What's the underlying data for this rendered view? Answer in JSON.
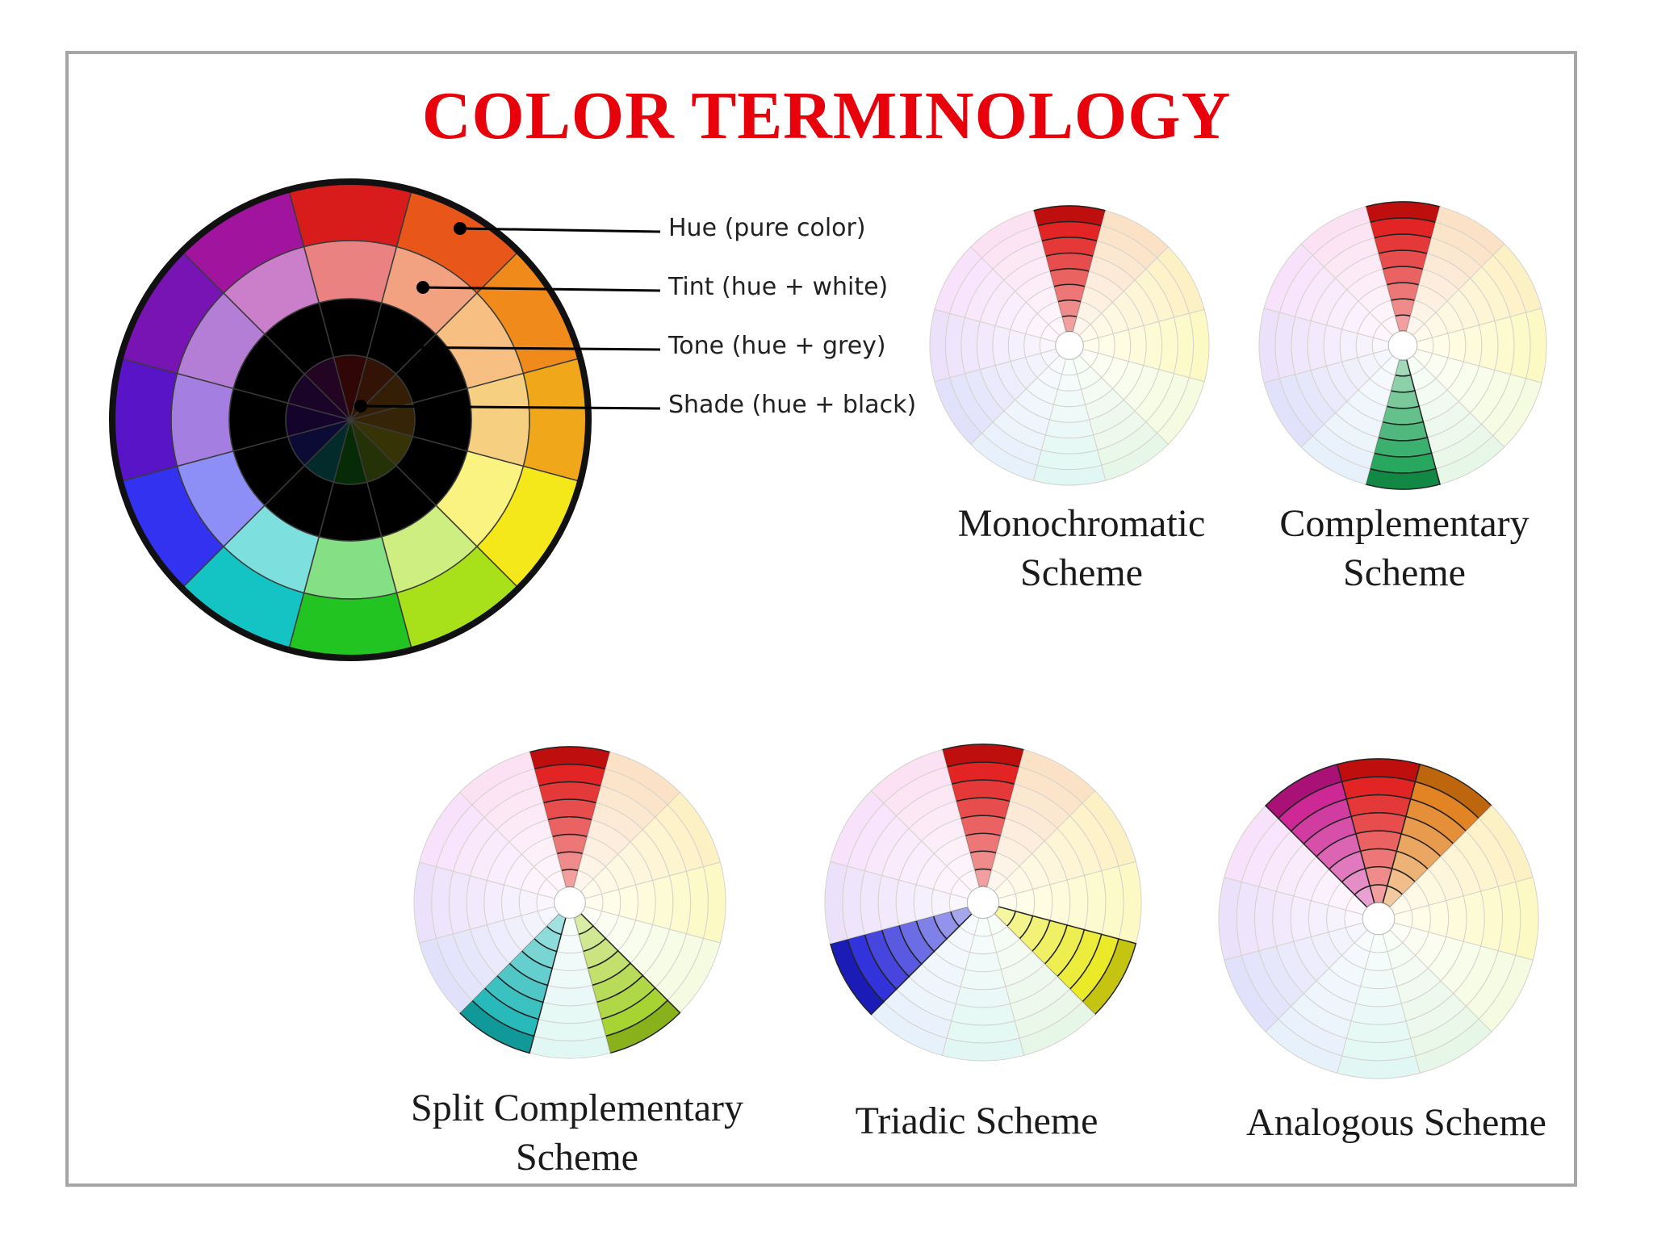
{
  "title": "COLOR TERMINOLOGY",
  "callouts": {
    "hue": "Hue (pure color)",
    "tint": "Tint (hue + white)",
    "tone": "Tone (hue + grey)",
    "shade": "Shade (hue + black)"
  },
  "schemes": {
    "monochromatic": {
      "line1": "Monochromatic",
      "line2": "Scheme"
    },
    "complementary": {
      "line1": "Complementary",
      "line2": "Scheme"
    },
    "split": {
      "line1": "Split Complementary",
      "line2": "Scheme"
    },
    "triadic": {
      "line1": "Triadic Scheme"
    },
    "analogous": {
      "line1": "Analogous Scheme"
    }
  },
  "colors": {
    "title": "#e8000b",
    "hues": [
      "#d81b1b",
      "#e8561a",
      "#f08a1a",
      "#f0a81a",
      "#f5e81a",
      "#a8e01a",
      "#22c422",
      "#14c4c4",
      "#3232f0",
      "#5a14c8",
      "#7814b4",
      "#a0149e"
    ]
  }
}
